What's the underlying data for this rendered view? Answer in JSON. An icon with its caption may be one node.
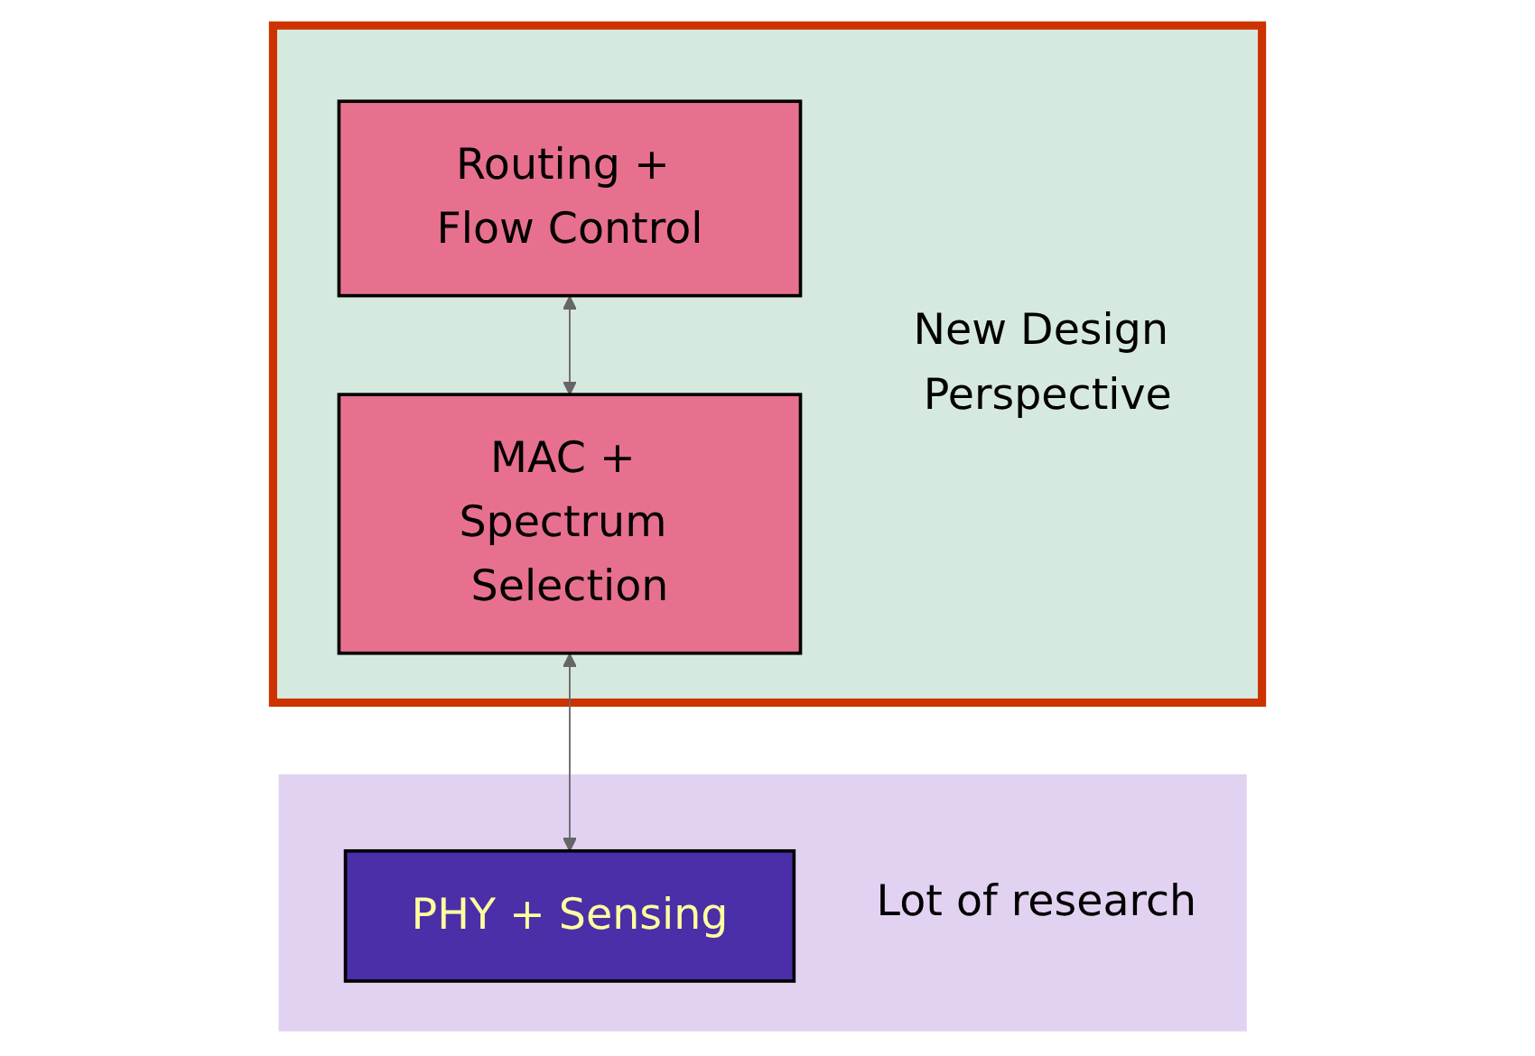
{
  "diagram": {
    "nodes": [
      {
        "text": [
          "New Design Perspective"
        ]
      },
      {
        "text": [
          "Routing + Flow Control"
        ],
        "in": 0
      },
      {
        "text": [
          "MAC + Spectrum Selection"
        ],
        "in": 0
      },
      {
        "text": [
          "Lot of research"
        ]
      },
      {
        "text": [
          "PHY + Sensing"
        ],
        "in": 3
      }
    ],
    "edges": [
      {
        "from": 1,
        "to": 2,
        "arrow": "both"
      },
      {
        "from": 2,
        "to": 4,
        "arrow": "both"
      }
    ]
  }
}
